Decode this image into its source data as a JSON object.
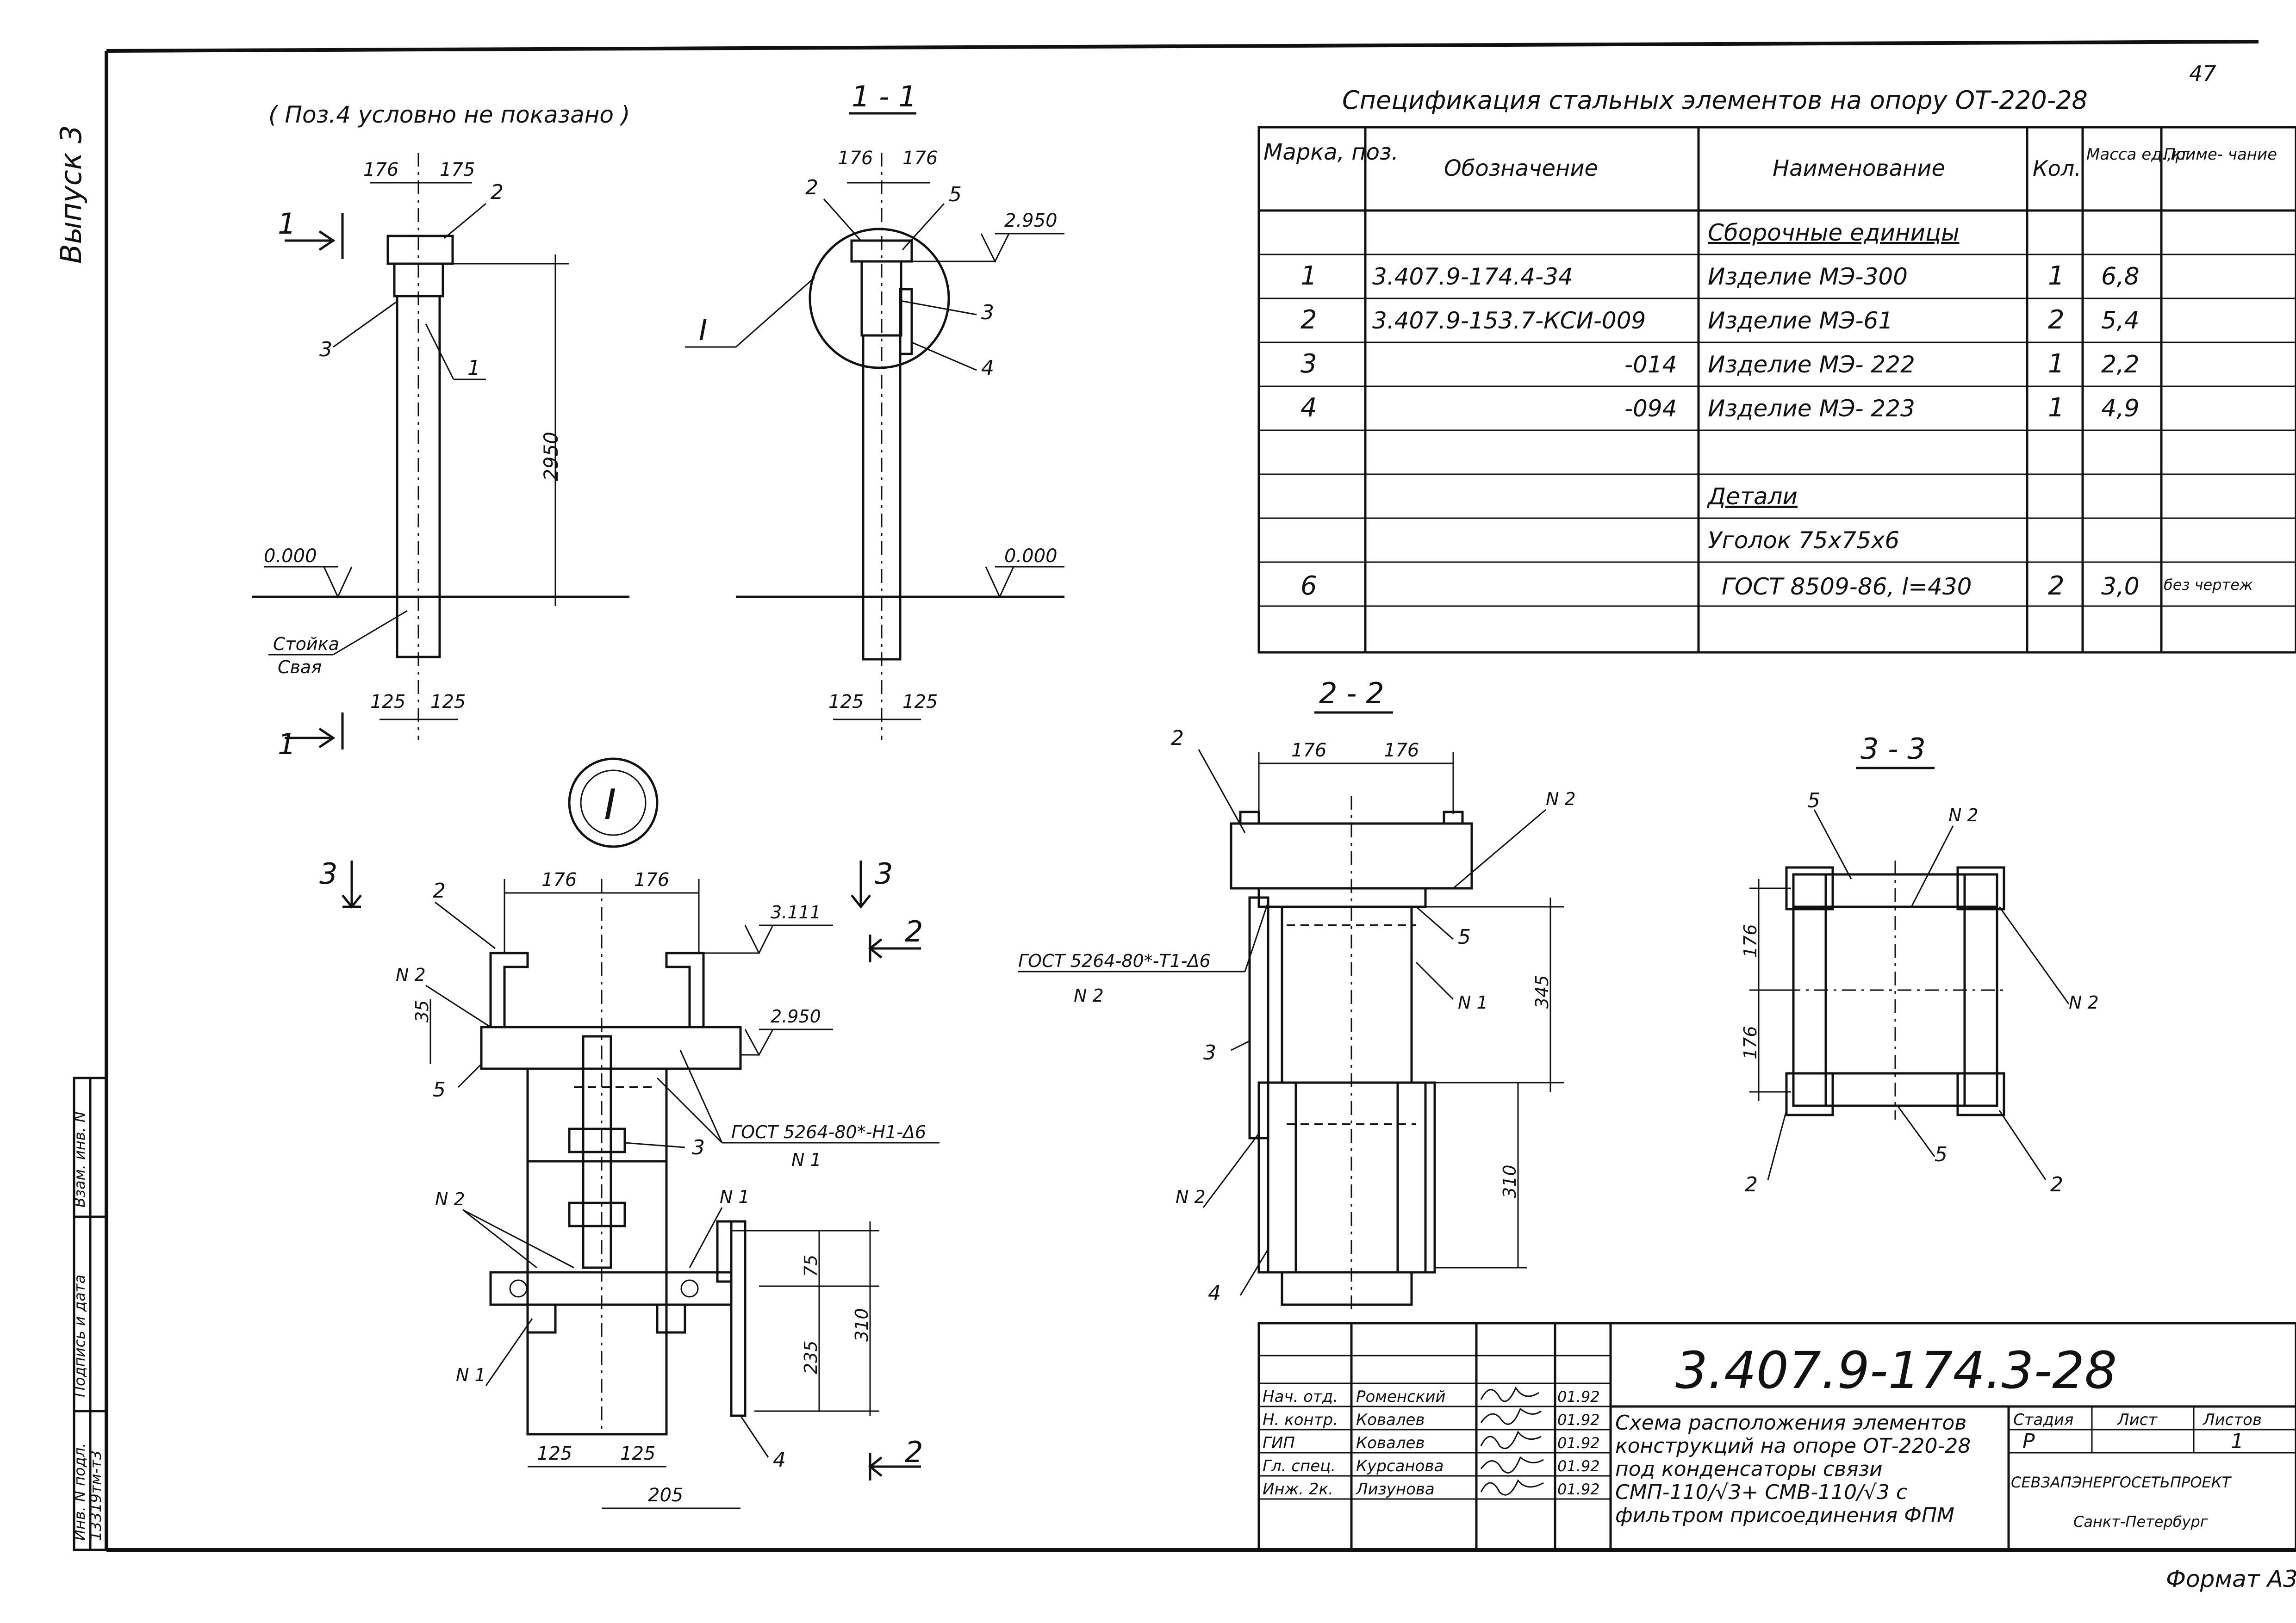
{
  "sheet_number": "47",
  "side_strip": {
    "issue": "Выпуск 3",
    "inv_label": "Инв. N подл.",
    "inv_value": "13319тм-т3",
    "sign_date": "Подпись и дата",
    "replace_inv": "Взам. инв. N"
  },
  "note": "( Поз.4 условно не показано )",
  "views": {
    "left": {
      "dim_a": "176",
      "dim_b": "175",
      "height": "2950",
      "zero": "0.000",
      "post": "Стойка",
      "pile": "Свая",
      "base_a": "125",
      "base_b": "125",
      "section": "1"
    },
    "section_1": {
      "title": "1 - 1",
      "dim_a": "176",
      "dim_b": "176",
      "elev": "2.950",
      "zero": "0.000",
      "base_a": "125",
      "base_b": "125",
      "node": "I"
    },
    "node_I": {
      "title": "I",
      "dim_a": "176",
      "dim_b": "176",
      "elev_top": "3.111",
      "elev": "2.950",
      "dim_35": "35",
      "weld1": "ГОСТ 5264-80*-Н1-Δ6",
      "weld1_n": "N 1",
      "n2": "N 2",
      "n1": "N 1",
      "d75": "75",
      "d235": "235",
      "d310": "310",
      "b_a": "125",
      "b_b": "125",
      "b_c": "205",
      "sec3": "3",
      "sec2": "2"
    },
    "section_2": {
      "title": "2 - 2",
      "dim_a": "176",
      "dim_b": "176",
      "weld": "ГОСТ 5264-80*-Т1-Δ6",
      "weld_n": "N 2",
      "n2": "N 2",
      "n1": "N 1",
      "d345": "345",
      "d310": "310"
    },
    "section_3": {
      "title": "3 - 3",
      "d176a": "176",
      "d176b": "176",
      "n2": "N 2"
    },
    "callouts": [
      "1",
      "2",
      "3",
      "4",
      "5"
    ]
  },
  "spec": {
    "title": "Спецификация стальных элементов на опору  ОТ-220-28",
    "headers": [
      "Марка, поз.",
      "Обозначение",
      "Наименование",
      "Кол.",
      "Масса ед.,кг",
      "Приме- чание"
    ],
    "rows": [
      {
        "mark": "",
        "code": "",
        "name": "Сборочные единицы",
        "qty": "",
        "mass": "",
        "note": ""
      },
      {
        "mark": "1",
        "code": "3.407.9-174.4-34",
        "name": "Изделие МЭ-300",
        "qty": "1",
        "mass": "6,8",
        "note": ""
      },
      {
        "mark": "2",
        "code": "3.407.9-153.7-КСИ-009",
        "name": "Изделие МЭ-61",
        "qty": "2",
        "mass": "5,4",
        "note": ""
      },
      {
        "mark": "3",
        "code": "-014",
        "name": "Изделие МЭ- 222",
        "qty": "1",
        "mass": "2,2",
        "note": ""
      },
      {
        "mark": "4",
        "code": "-094",
        "name": " Изделие  МЭ- 223",
        "qty": "1",
        "mass": "4,9",
        "note": ""
      },
      {
        "mark": "",
        "code": "",
        "name": "",
        "qty": "",
        "mass": "",
        "note": ""
      },
      {
        "mark": "",
        "code": "",
        "name": "Детали",
        "qty": "",
        "mass": "",
        "note": ""
      },
      {
        "mark": "",
        "code": "",
        "name": "Уголок 75х75х6",
        "qty": "",
        "mass": "",
        "note": ""
      },
      {
        "mark": "6",
        "code": "",
        "name": "ГОСТ 8509-86, l=430",
        "qty": "2",
        "mass": "3,0",
        "note": "без чертеж"
      },
      {
        "mark": "",
        "code": "",
        "name": "",
        "qty": "",
        "mass": "",
        "note": ""
      }
    ]
  },
  "title_block": {
    "doc_code": "3.407.9-174.3-28",
    "people": [
      {
        "role": "Нач. отд.",
        "name": "Роменский",
        "date": "01.92"
      },
      {
        "role": "Н. контр.",
        "name": "Ковалев",
        "date": "01.92"
      },
      {
        "role": "ГИП",
        "name": "Ковалев",
        "date": "01.92"
      },
      {
        "role": "Гл. спец.",
        "name": "Курсанова",
        "date": "01.92"
      },
      {
        "role": "Инж. 2к.",
        "name": "Лизунова",
        "date": "01.92"
      }
    ],
    "description": [
      "Схема расположения элементов",
      "конструкций на опоре ОТ-220-28",
      "под конденсаторы связи",
      "СМП-110/√3+ СМВ-110/√3 с",
      "фильтром присоединения ФПМ"
    ],
    "stage_label": "Стадия",
    "sheet_label": "Лист",
    "sheets_label": "Листов",
    "stage": "Р",
    "sheet": "1",
    "org": "СЕВЗАПЭНЕРГОСЕТЬПРОЕКТ",
    "city": "Санкт-Петербург"
  },
  "format": "Формат А3"
}
